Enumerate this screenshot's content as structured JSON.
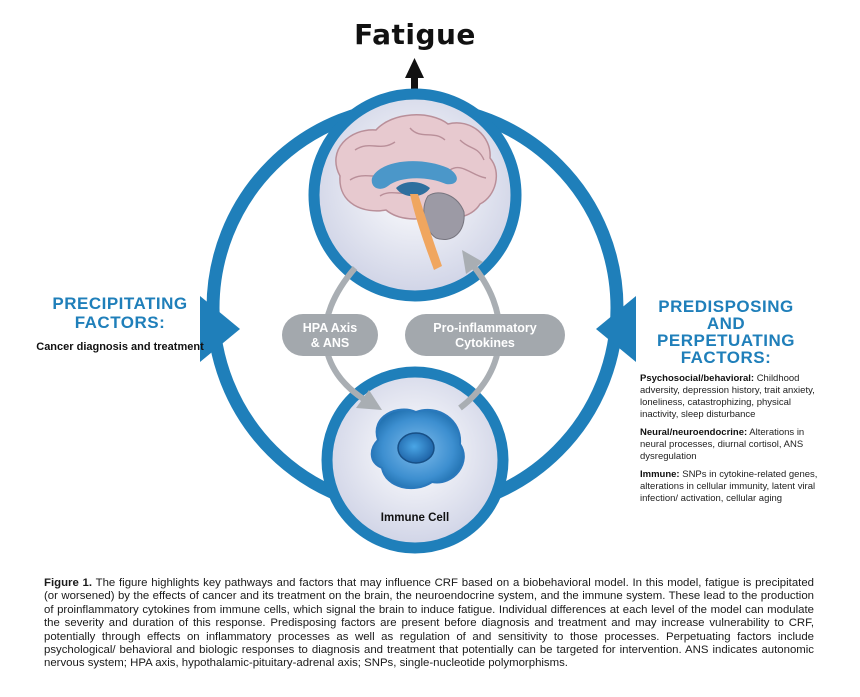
{
  "title": "Fatigue",
  "precipitating": {
    "heading_line1": "PRECIPITATING",
    "heading_line2": "FACTORS:",
    "subtitle": "Cancer diagnosis and treatment"
  },
  "predisposing": {
    "heading_line1": "PREDISPOSING",
    "heading_line2": "AND",
    "heading_line3": "PERPETUATING",
    "heading_line4": "FACTORS:",
    "items": [
      {
        "label": "Psychosocial/behavioral:",
        "text": "Childhood adversity, depression history, trait anxiety, loneliness, catastrophizing, physical inactivity, sleep disturbance"
      },
      {
        "label": "Neural/neuroendocrine:",
        "text": "Alterations in neural processes, diurnal cortisol, ANS dysregulation"
      },
      {
        "label": "Immune:",
        "text": "SNPs in cytokine-related genes, alterations in cellular immunity, latent viral infection/ activation, cellular aging"
      }
    ]
  },
  "pathways": {
    "left_line1": "HPA Axis",
    "left_line2": "& ANS",
    "right_line1": "Pro-inflammatory",
    "right_line2": "Cytokines"
  },
  "cell_label": "Immune Cell",
  "caption": {
    "label": "Figure 1.",
    "text": "The figure highlights key pathways and factors that may influence CRF based on a biobehavioral model. In this model, fatigue is precipitated (or worsened) by the effects of cancer and its treatment on the brain, the neuroendocrine system, and the immune system. These lead to the production of proinflammatory cytokines from immune cells, which signal the brain to induce fatigue. Individual differences at each level of the model can modulate the severity and duration of this response. Predisposing factors are present before diagnosis and treatment and may increase vulnerability to CRF, potentially through effects on inflammatory processes as well as regulation of and sensitivity to those processes. Perpetuating factors include psychological/ behavioral and biologic responses to diagnosis and treatment that potentially can be targeted for intervention. ANS indicates autonomic nervous system; HPA axis, hypothalamic-pituitary-adrenal axis; SNPs, single-nucleotide polymorphisms."
  },
  "colors": {
    "blue": "#1f7fba",
    "circle_fill": "#d6d9ea",
    "pill": "#a3a8ad",
    "arrow_gray": "#a9aeb3",
    "brain_pink": "#e7c9cf",
    "brain_blue": "#4b97c9",
    "brainstem": "#f0a65f",
    "cell_blue": "#3d8fd0"
  }
}
